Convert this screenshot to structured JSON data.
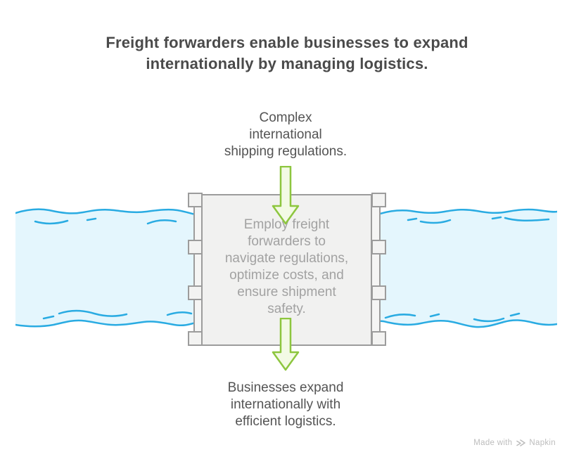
{
  "title": "Freight forwarders enable businesses to expand\ninternationally by managing logistics.",
  "flow": {
    "cause_label": "Complex\ninternational\nshipping regulations.",
    "solution_label": "Employ freight\nforwarders to\nnavigate regulations,\noptimize costs, and\nensure shipment\nsafety.",
    "outcome_label": "Businesses expand\ninternationally with\nefficient logistics."
  },
  "icons": {
    "top_arrow": "down-arrow-icon",
    "bottom_arrow": "down-arrow-icon",
    "logo": "napkin-logo-icon"
  },
  "watermark": {
    "prefix": "Made with",
    "brand": "Napkin"
  },
  "colors": {
    "title_text": "#4a4a4a",
    "label_text": "#545454",
    "box_text": "#a2a2a2",
    "box_fill": "#f1f1f0",
    "box_stroke": "#9c9c9c",
    "water_stroke": "#29abe2",
    "water_fill": "#e4f6fd",
    "arrow_stroke": "#8dc63f",
    "arrow_fill": "#f3fae5",
    "watermark_text": "#bdbdbd"
  }
}
